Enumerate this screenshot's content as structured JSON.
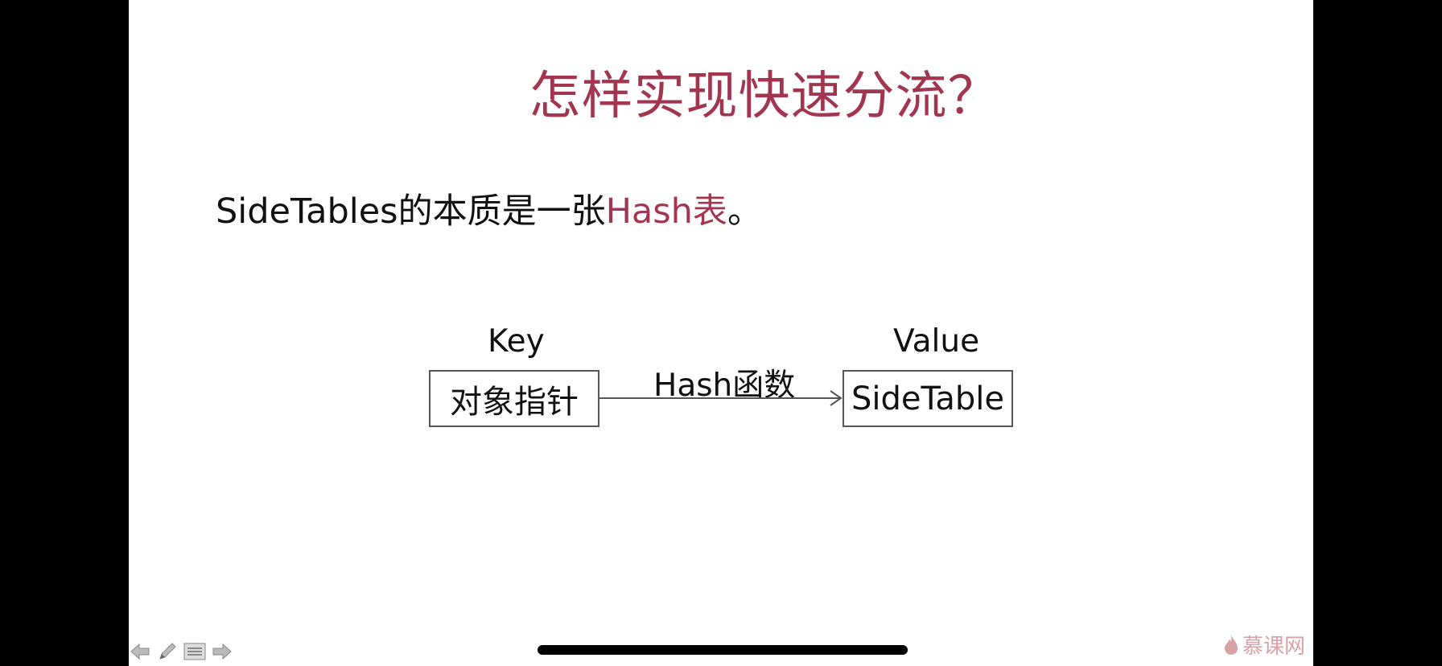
{
  "slide": {
    "title": "怎样实现快速分流？",
    "statement_prefix": "SideTables的本质是一张",
    "statement_highlight": "Hash表",
    "statement_suffix": "。"
  },
  "diagram": {
    "key_label": "Key",
    "key_box": "对象指针",
    "arrow_label": "Hash函数",
    "value_label": "Value",
    "value_box": "SideTable"
  },
  "toolbar": {
    "icons": [
      "arrow-left-icon",
      "pen-icon",
      "menu-icon",
      "arrow-right-icon"
    ]
  },
  "watermark": {
    "text": "慕课网",
    "icon": "flame-icon"
  },
  "colors": {
    "accent": "#a3364f",
    "logo": "#d7a1a8",
    "background": "#000000",
    "slide_bg": "#ffffff"
  }
}
